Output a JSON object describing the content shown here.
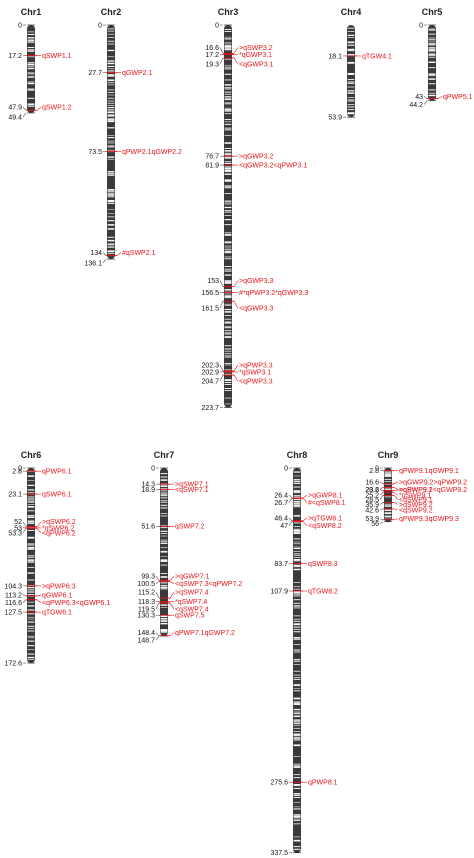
{
  "figure": {
    "colors": {
      "qtl": "#e8141b",
      "bar_fill": "#3a3a3a",
      "bar_stripe": "#ffffff",
      "text": "#111111"
    },
    "chromosomes": [
      {
        "name": "Chr1",
        "length": 49.4,
        "scale_end": 49.4,
        "positions": [
          "0",
          "17.2",
          "47.9",
          "49.4"
        ],
        "markers": [
          {
            "pos": 17.2,
            "label": "qSWP1.1"
          },
          {
            "pos": 47.9,
            "label": "qSWP1.2"
          }
        ]
      },
      {
        "name": "Chr2",
        "length": 136.1,
        "positions": [
          "0",
          "27.7",
          "73.5",
          "134",
          "136.1"
        ],
        "markers": [
          {
            "pos": 27.7,
            "label": "qGWP2.1"
          },
          {
            "pos": 73.5,
            "label": "qPWP2.1qGWP2.2"
          },
          {
            "pos": 134,
            "label": "#qSWP2.1"
          }
        ]
      },
      {
        "name": "Chr3",
        "length": 223.7,
        "positions": [
          "0",
          "16.6",
          "17.2",
          "19.3",
          "76.7",
          "81.9",
          "153",
          "156.5",
          "161.5",
          "202.3",
          "202.9",
          "204.7",
          "223.7"
        ],
        "markers": [
          {
            "pos": 16.6,
            "label": ">qSWP3.2"
          },
          {
            "pos": 17.2,
            "label": "*qGWP3.1"
          },
          {
            "pos": 19.3,
            "label": "<qGWP3.1"
          },
          {
            "pos": 76.7,
            "label": ">qGWP3.2"
          },
          {
            "pos": 81.9,
            "label": "<qGWP3.2<qPWP3.1"
          },
          {
            "pos": 153,
            "label": ">qGWP3.3"
          },
          {
            "pos": 156.5,
            "label": "#*qPWP3.2*qGWP3.3"
          },
          {
            "pos": 161.5,
            "label": "<qGWP3.3"
          },
          {
            "pos": 202.3,
            "label": ">qPWP3.3"
          },
          {
            "pos": 202.9,
            "label": "*qSWP3.1"
          },
          {
            "pos": 204.7,
            "label": "<qPWP3.3"
          }
        ]
      },
      {
        "name": "Chr4",
        "length": 53.9,
        "positions": [
          "18.1",
          "53.9"
        ],
        "markers": [
          {
            "pos": 18.1,
            "label": "qTGW4.1"
          }
        ]
      },
      {
        "name": "Chr5",
        "length": 44.2,
        "positions": [
          "0",
          "43",
          "44.2"
        ],
        "markers": [
          {
            "pos": 43,
            "label": "qPWP5.1"
          }
        ]
      },
      {
        "name": "Chr6",
        "length": 172.6,
        "positions": [
          "0",
          "2.8",
          "23.1",
          "52",
          "53",
          "53.3",
          "104.3",
          "113.2",
          "116.6",
          "127.5",
          "172.6"
        ],
        "markers": [
          {
            "pos": 2.8,
            "label": "qPWP6.1"
          },
          {
            "pos": 23.1,
            "label": "qSWP6.1"
          },
          {
            "pos": 52,
            "label": ">qSWP6.2"
          },
          {
            "pos": 53,
            "label": "*qSWP6.2"
          },
          {
            "pos": 53.3,
            "label": "<qPWP6.2"
          },
          {
            "pos": 104.3,
            "label": ">qPWP6.3"
          },
          {
            "pos": 113.2,
            "label": "qGWP6.1"
          },
          {
            "pos": 116.6,
            "label": "<qPWP6.3<qGWP6.1"
          },
          {
            "pos": 127.5,
            "label": "qTGW6.1"
          }
        ]
      },
      {
        "name": "Chr7",
        "length": 148.7,
        "positions": [
          "0",
          "14.3",
          "18.9",
          "51.6",
          "99.3",
          "100.5",
          "115.2",
          "118.3",
          "119.5",
          "130.3",
          "148.4",
          "148.7"
        ],
        "markers": [
          {
            "pos": 14.3,
            "label": ">qSWP7.1"
          },
          {
            "pos": 18.9,
            "label": "<qSWP7.1"
          },
          {
            "pos": 51.6,
            "label": "qSWP7.2"
          },
          {
            "pos": 99.3,
            "label": ">qGWP7.1"
          },
          {
            "pos": 100.5,
            "label": "<qSWP7.3<qPWP7.2"
          },
          {
            "pos": 115.2,
            "label": ">qSWP7.4"
          },
          {
            "pos": 118.3,
            "label": "*qSWP7.4"
          },
          {
            "pos": 119.5,
            "label": "<qSWP7.4"
          },
          {
            "pos": 130.3,
            "label": "qSWP7.5"
          },
          {
            "pos": 148.4,
            "label": "qPWP7.1qGWP7.2"
          }
        ]
      },
      {
        "name": "Chr8",
        "length": 337.5,
        "positions": [
          "0",
          "26.4",
          "26.7",
          "46.4",
          "47",
          "83.7",
          "107.9",
          "275.6",
          "337.5"
        ],
        "markers": [
          {
            "pos": 26.4,
            "label": ">qGWP8.1"
          },
          {
            "pos": 26.7,
            "label": "#<qSWP8.1"
          },
          {
            "pos": 46.4,
            "label": ">qTGW8.1"
          },
          {
            "pos": 47,
            "label": "<qSWP8.2"
          },
          {
            "pos": 83.7,
            "label": "qSWP8.3"
          },
          {
            "pos": 107.9,
            "label": "qTGW8.2"
          },
          {
            "pos": 275.6,
            "label": "qPWP8.1"
          }
        ]
      },
      {
        "name": "Chr9",
        "length": 56,
        "positions": [
          "0",
          "2.8",
          "16.6",
          "20.2",
          "23.6",
          "25.2",
          "28.5",
          "35.9",
          "42.6",
          "53.9",
          "56"
        ],
        "markers": [
          {
            "pos": 2.8,
            "label": "qPWP9.1qGWP9.1"
          },
          {
            "pos": 16.6,
            "label": ">qGWP9.2>qPWP9.2"
          },
          {
            "pos": 20.2,
            "label": "<qPWP9.2<qGWP9.2"
          },
          {
            "pos": 23.6,
            "label": ">qSWP9.1"
          },
          {
            "pos": 25.2,
            "label": "*qSWP9.1"
          },
          {
            "pos": 28.5,
            "label": "<qSWP9.1"
          },
          {
            "pos": 35.9,
            "label": ">qSWP9.2"
          },
          {
            "pos": 42.6,
            "label": "<qSWP9.2"
          },
          {
            "pos": 53.9,
            "label": "qPWP9.3qGWP9.3"
          }
        ]
      }
    ]
  }
}
